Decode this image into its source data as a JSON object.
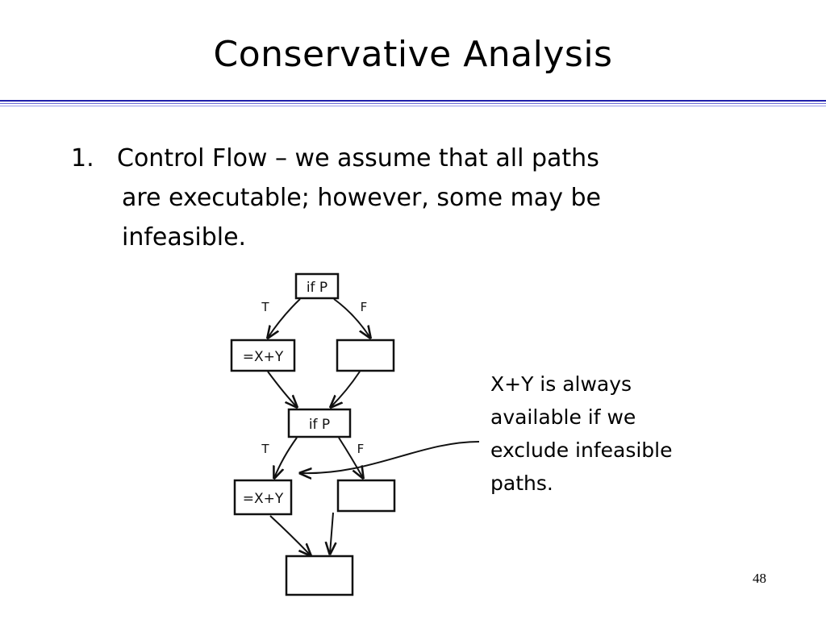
{
  "slide": {
    "title": "Conservative Analysis",
    "bullet": {
      "number": "1.",
      "lines": [
        "Control Flow – we assume that all paths",
        "are executable; however, some may be",
        "infeasible."
      ]
    },
    "note": {
      "lines": [
        "X+Y is always",
        "available if we",
        "exclude infeasible",
        "paths."
      ]
    },
    "page_number": "48"
  },
  "diagram": {
    "cond1_label": "if P",
    "cond2_label": "if P",
    "assign1_label": "=X+Y",
    "assign2_label": "=X+Y",
    "edge_true_1": "T",
    "edge_false_1": "F",
    "edge_true_2": "T",
    "edge_false_2": "F"
  }
}
